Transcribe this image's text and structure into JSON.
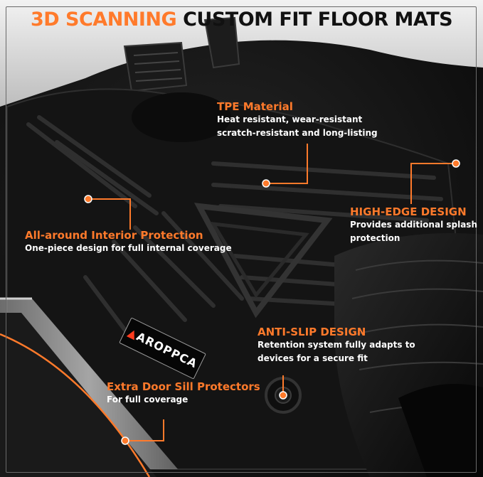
{
  "headline": {
    "highlight": "3D SCANNING",
    "rest": "CUSTOM FIT FLOOR MATS"
  },
  "brand": {
    "logo_text": "AROPPCA"
  },
  "features": [
    {
      "title": "TPE Material",
      "lines": [
        "Heat resistant, wear-resistant",
        "scratch-resistant and long-listing"
      ]
    },
    {
      "title": "HIGH-EDGE DESIGN",
      "lines": [
        "Provides additional splash",
        "protection"
      ]
    },
    {
      "title": "All-around Interior Protection",
      "lines": [
        "One-piece design for full internal coverage"
      ]
    },
    {
      "title": "ANTI-SLIP DESIGN",
      "lines": [
        "Retention system fully adapts to",
        "devices for a secure fit"
      ]
    },
    {
      "title": "Extra Door Sill Protectors",
      "lines": [
        "For full coverage"
      ]
    }
  ],
  "colors": {
    "accent": "#ff7a2b",
    "text": "#ffffff",
    "mat": "#121212",
    "header": "#e8e8e8"
  }
}
